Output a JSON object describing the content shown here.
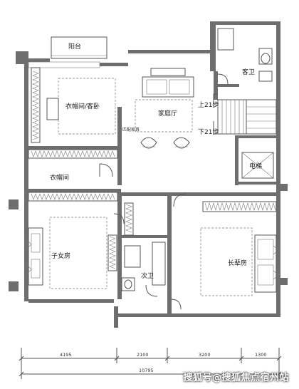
{
  "rooms": {
    "balcony": "阳台",
    "guest_bath": "客卫",
    "wardrobe_guestroom": "衣帽间/客卧",
    "family_hall": "家庭厅",
    "stairs_up": "上21步",
    "stairs_down": "下21步",
    "elevator": "电梯",
    "wardrobe": "衣帽间",
    "kids_room": "子女房",
    "second_bath": "次卫",
    "elder_room": "长辈房",
    "note_small": "匹配家具"
  },
  "dimensions": {
    "segments": [
      "4195",
      "2100",
      "3200",
      "1300"
    ],
    "total": "10795"
  },
  "watermark": "搜狐号@搜狐焦点宿州站"
}
